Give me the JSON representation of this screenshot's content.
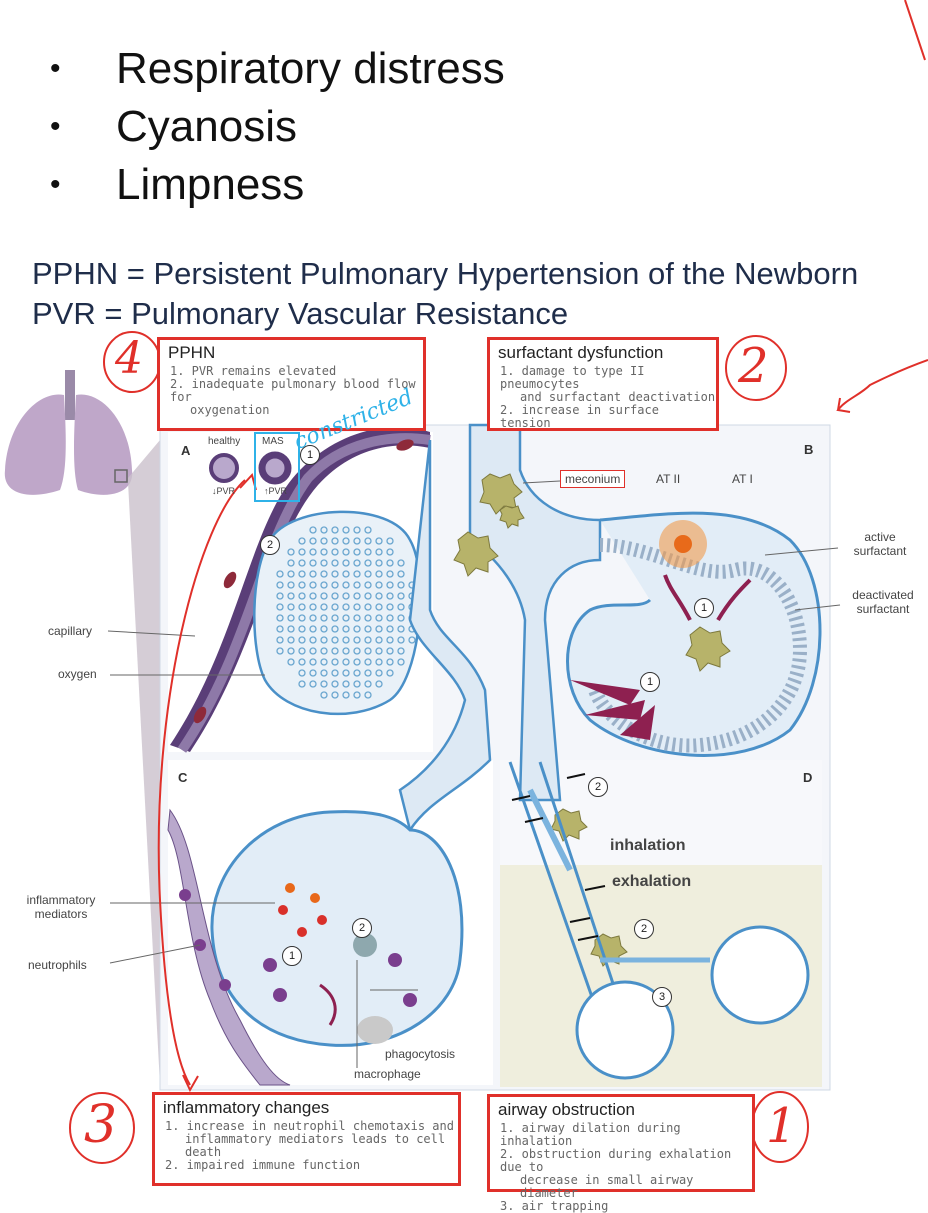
{
  "bullets": [
    "Respiratory distress",
    "Cyanosis",
    "Limpness"
  ],
  "definitions": {
    "pphn": "PPHN = Persistent Pulmonary Hypertension of the Newborn",
    "pvr": "PVR = Pulmonary Vascular Resistance"
  },
  "boxes": {
    "pphn": {
      "title": "PPHN",
      "items": [
        "1. PVR remains elevated",
        "2. inadequate pulmonary blood flow for",
        "oxygenation"
      ]
    },
    "surfactant": {
      "title": "surfactant dysfunction",
      "items": [
        "1. damage to type II pneumocytes",
        "and surfactant deactivation",
        "2. increase in surface tension"
      ]
    },
    "inflammatory": {
      "title": "inflammatory changes",
      "items": [
        "1. increase in neutrophil chemotaxis and",
        "inflammatory mediators leads to cell death",
        "2. impaired immune function"
      ]
    },
    "airway": {
      "title": "airway obstruction",
      "items": [
        "1. airway dilation during inhalation",
        "2. obstruction during exhalation due to",
        "decrease in small airway diameter",
        "3. air trapping"
      ]
    }
  },
  "handwritten": {
    "pphn_num": "4",
    "surfactant_num": "2",
    "inflammatory_num": "3",
    "airway_num": "1",
    "note": "constricted"
  },
  "panels": {
    "a": "A",
    "b": "B",
    "c": "C",
    "d": "D"
  },
  "labels": {
    "healthy": "healthy",
    "mas": "MAS",
    "pvr_down": "↓PVR",
    "pvr_up": "↑PVR",
    "meconium": "meconium",
    "at2": "AT II",
    "at1": "AT I",
    "active_surfactant": "active surfactant",
    "deactivated_surfactant": "deactivated surfactant",
    "capillary": "capillary",
    "oxygen": "oxygen",
    "inflammatory_mediators": "inflammatory mediators",
    "neutrophils": "neutrophils",
    "phagocytosis": "phagocytosis",
    "macrophage": "macrophage",
    "inhalation": "inhalation",
    "exhalation": "exhalation"
  },
  "step_numbers": [
    "1",
    "2",
    "1",
    "2",
    "2",
    "1",
    "1",
    "2",
    "3"
  ],
  "colors": {
    "red_annotation": "#e0302a",
    "airway_blue": "#4a90c8",
    "vessel_purple": "#5a3e78",
    "meconium_green": "#b7b36a",
    "exhalation_bg": "#efeedd"
  }
}
